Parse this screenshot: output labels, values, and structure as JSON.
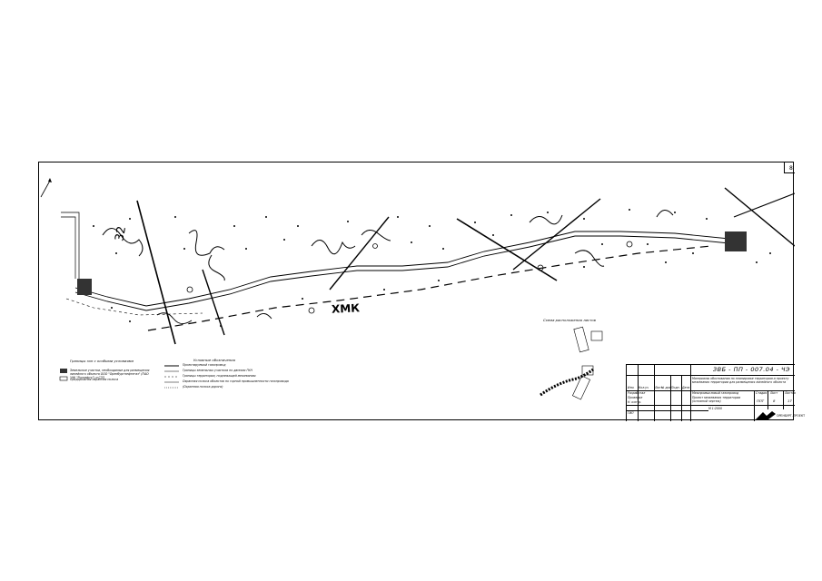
{
  "sheet": {
    "page_number": "8"
  },
  "legend": {
    "header_boundaries": "Границы зон с особыми условиями",
    "zone_label": "Земельные участки, необходимые для размещения линейного объекта ООО \"Оренбургнефтегаз\" (ПАО \"НК \"Роснефть\") и СЗЗ",
    "protection_zone_label": "Придорожная охранная полоса",
    "header_conventional": "Условные обозначения",
    "items": [
      "Проектируемый газопровод",
      "Границы земельных участков по данным ГКН",
      "Границы территории, подлежащей межеванию",
      "Охранная полоса объектов по горной промышленности газопровода",
      "(Охранная полоса дороги)"
    ]
  },
  "scheme_inset": {
    "label": "Схема расположения листов"
  },
  "map_labels": {
    "river": "ХМК"
  },
  "title_block": {
    "code": "ЗВБ - ПП - 007.04 - ЧЭ",
    "project": "Материалы обоснования по планировке территории и проекту межевания территории для размещения линейного объекта",
    "object": "Межпромысловый газопровод",
    "sheet_title": "Проект межевания территории (основной чертеж)",
    "scale": "М 1:2000",
    "stage_header": "Стадия",
    "sheet_header": "Лист",
    "sheets_header": "Листов",
    "stage": "ППТ",
    "sheet": "8",
    "sheets": "17",
    "roles": [
      "Изм.",
      "Кол.уч",
      "Лист",
      "№ док.",
      "Подп.",
      "Дата"
    ],
    "people": [
      "Разработал",
      "Проверил",
      "Н. контр.",
      "ГИП"
    ],
    "company": "ОРЕНБУРГ-ПРОЕКТ"
  },
  "colors": {
    "ink": "#000000",
    "paper": "#ffffff",
    "hatch": "#333333"
  }
}
